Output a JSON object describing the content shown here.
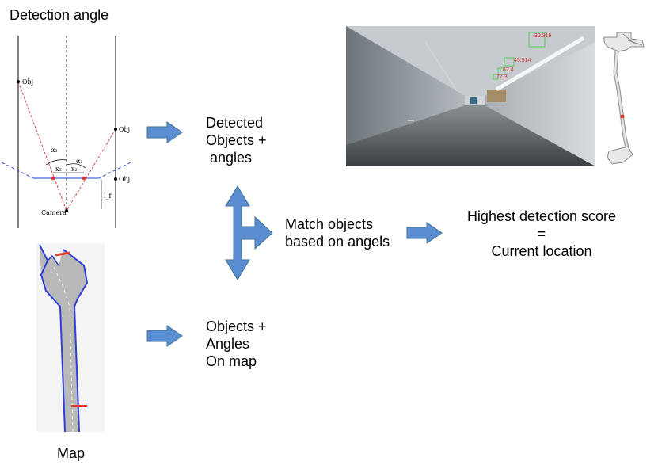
{
  "titles": {
    "detection_angle": "Detection angle",
    "map": "Map"
  },
  "labels": {
    "detected": "Detected\nObjects +\n angles",
    "objects_on_map": "Objects +\nAngles\nOn map",
    "match": "Match objects\nbased on angels",
    "result": "Highest detection score\n=\nCurrent location"
  },
  "diagram_labels": {
    "obj": "Obj",
    "camera": "Camera",
    "alpha3": "α₃",
    "alpha2": "α₂",
    "x3": "x₃",
    "x2": "x₂",
    "lf": "l_f"
  },
  "photo_labels": {
    "d1": "30.319",
    "d2": "45.914",
    "d3": "62.4",
    "d4": "77.3"
  },
  "colors": {
    "arrow_fill": "#5b8ed0",
    "arrow_stroke": "#41719c",
    "map_wall": "#2c3fd8",
    "map_floor": "#b9b9b9",
    "marker_red": "#e83a2a"
  }
}
